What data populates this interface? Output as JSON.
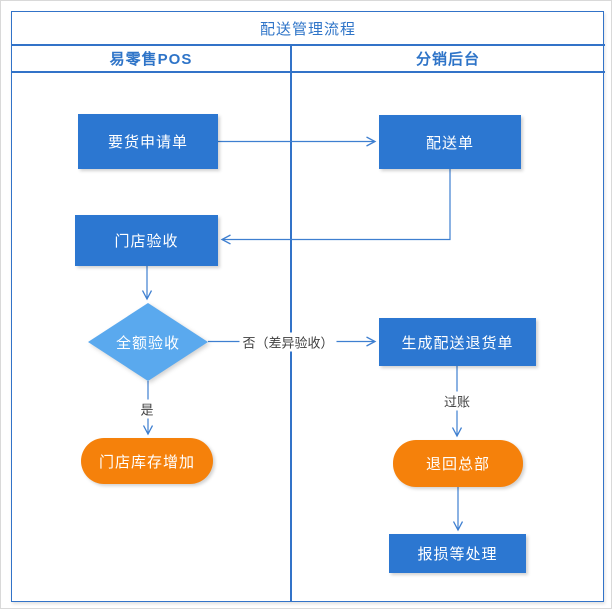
{
  "title": "配送管理流程",
  "lanes": {
    "left": "易零售POS",
    "right": "分销后台"
  },
  "nodes": {
    "request_order": "要货申请单",
    "delivery_order": "配送单",
    "store_acceptance": "门店验收",
    "full_acceptance": "全额验收",
    "generate_return_order": "生成配送退货单",
    "store_stock_increase": "门店库存增加",
    "return_to_hq": "退回总部",
    "damage_handling": "报损等处理"
  },
  "edge_labels": {
    "no_branch": "否（差异验收）",
    "yes_branch": "是",
    "posting": "过账"
  },
  "colors": {
    "frame_blue": "#3273c8",
    "header_text_blue": "#2e74c8",
    "node_blue": "#2c77d1",
    "diamond_blue": "#5aa9ee",
    "node_orange": "#f5810b",
    "connector_blue": "#3e7fd0",
    "edge_label_text": "#3f3f3f"
  }
}
